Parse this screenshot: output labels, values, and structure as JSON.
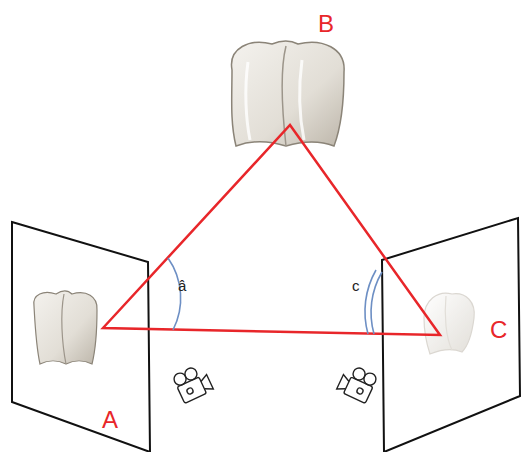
{
  "diagram": {
    "labels": [
      "B",
      "â",
      "c",
      "A",
      "C"
    ]
  }
}
